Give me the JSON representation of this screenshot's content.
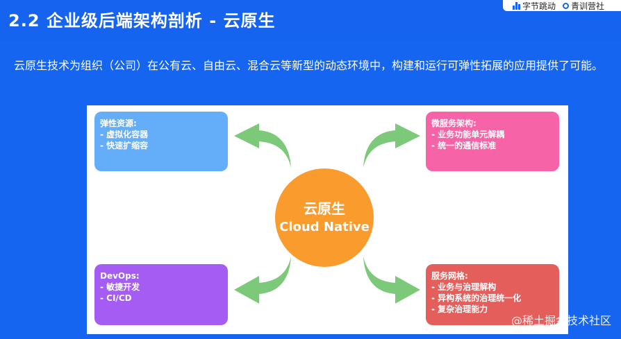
{
  "header": {
    "title": "2.2 企业级后端架构剖析 - 云原生",
    "logos": [
      "字节跳动",
      "青训营社"
    ]
  },
  "intro": "云原生技术为组织（公司）在公有云、自由云、混合云等新型的动态环境中，构建和运行可弹性拓展的应用提供了可能。",
  "diagram": {
    "center_cn": "云原生",
    "center_en": "Cloud Native",
    "cards": {
      "top_left": {
        "title": "弹性资源:",
        "items": [
          "- 虚拟化容器",
          "- 快速扩缩容"
        ],
        "color": "#64aef9"
      },
      "top_right": {
        "title": "微服务架构:",
        "items": [
          "- 业务功能单元解耦",
          "- 统一的通信标准"
        ],
        "color": "#f763a7"
      },
      "bottom_left": {
        "title": "DevOps:",
        "items": [
          "- 敏捷开发",
          "- CI/CD"
        ],
        "color": "#a55cf2"
      },
      "bottom_right": {
        "title": "服务网格:",
        "items": [
          "- 业务与治理解构",
          "- 异构系统的治理统一化",
          "- 复杂治理能力"
        ],
        "color": "#e45f5c"
      }
    },
    "arrow_color": "#7dc97a",
    "center_color": "#f99b2d"
  },
  "watermark": "@稀土掘金技术社区"
}
